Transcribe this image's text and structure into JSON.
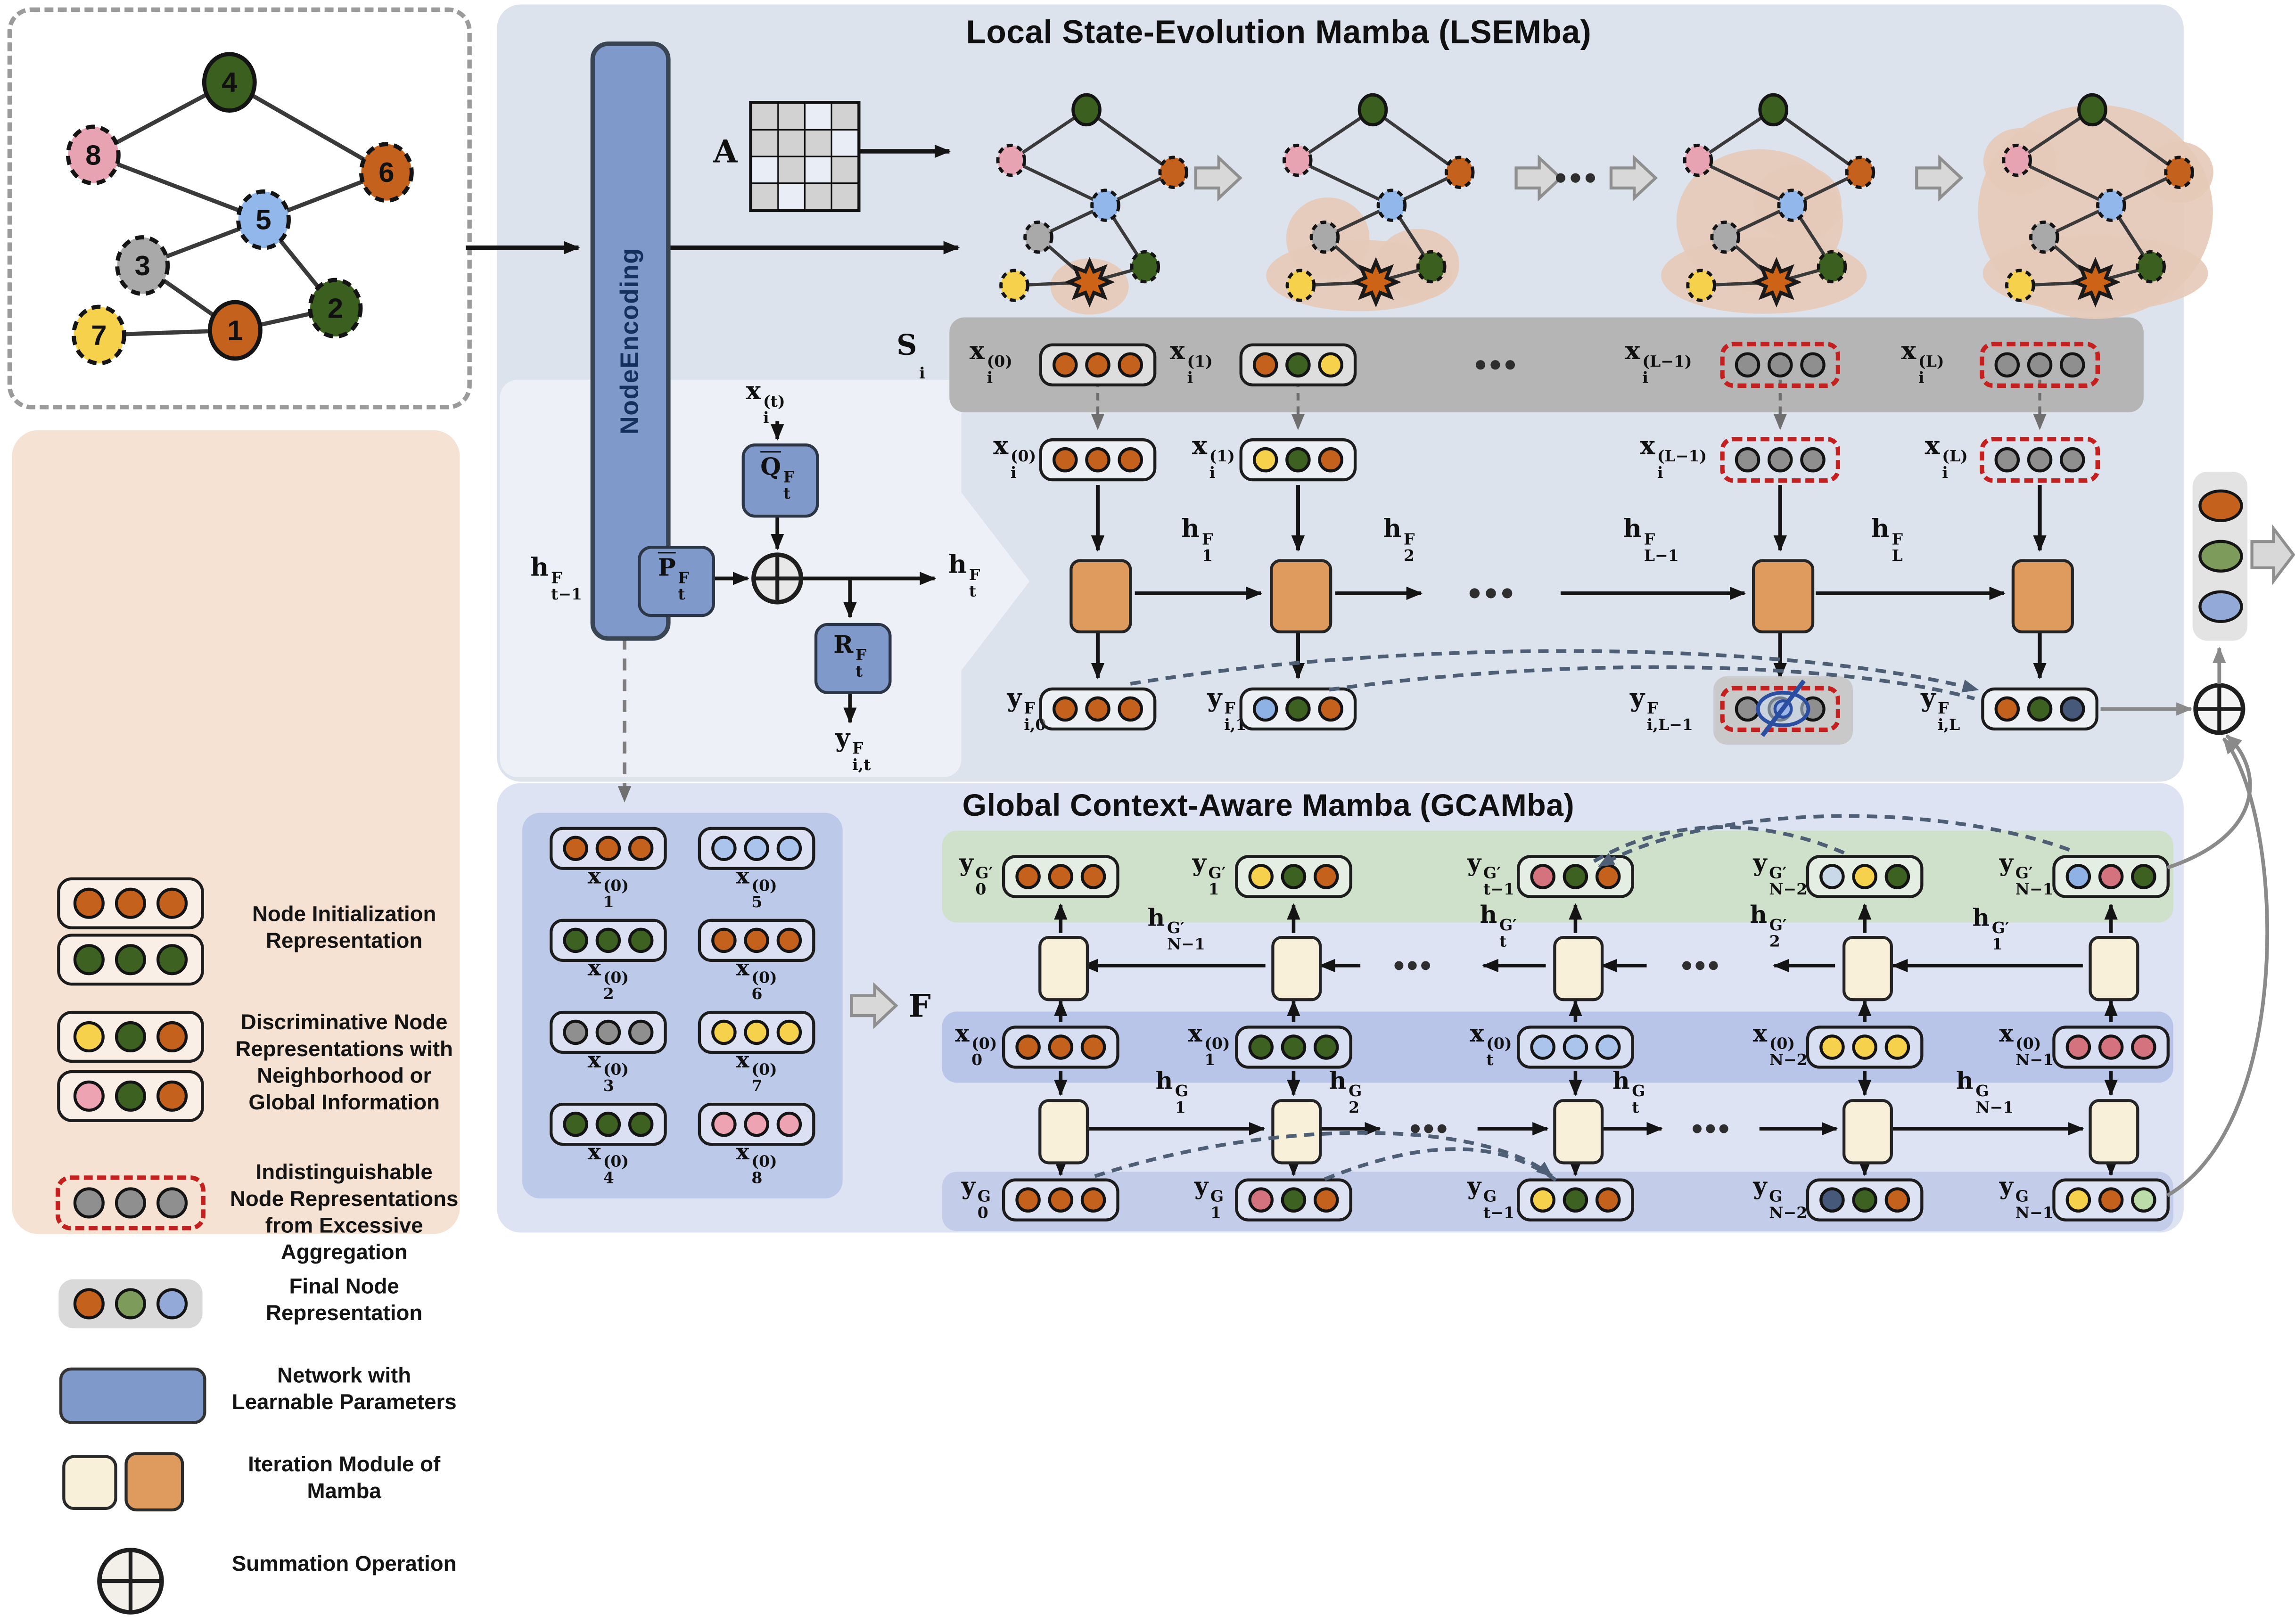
{
  "titles": {
    "lsemba": "Local State-Evolution Mamba (LSEMba)",
    "gcamba": "Global Context-Aware Mamba (GCAMba)"
  },
  "palette": {
    "orange": "#c4611c",
    "green": "#3c6120",
    "yellow": "#f6d14b",
    "pink": "#eda3b1",
    "red": "#d4737e",
    "blue": "#8fb2e5",
    "lightblue": "#abc4ec",
    "paleblue": "#c9d9ea",
    "gray": "#8f8f8f",
    "navy": "#47597a",
    "mgreen": "#7d9c5b",
    "mblue": "#93a9d8",
    "lightgreen": "#bcdcaa",
    "gpink": "#e8a3b2",
    "gblue": "#92b7ea",
    "ggray": "#a9a9a9",
    "ggreen": "#3a5f1f",
    "blob": "#e6cab8",
    "network": "#8099cb",
    "modcream": "#f8f0d9",
    "modorange": "#df9a5e"
  },
  "graph": {
    "nodes": [
      {
        "id": "4",
        "color": "ggreen",
        "solid": true
      },
      {
        "id": "8",
        "color": "gpink",
        "solid": false
      },
      {
        "id": "6",
        "color": "orange",
        "solid": false
      },
      {
        "id": "5",
        "color": "gblue",
        "solid": false
      },
      {
        "id": "3",
        "color": "ggray",
        "solid": false
      },
      {
        "id": "7",
        "color": "yellow",
        "solid": false
      },
      {
        "id": "1",
        "color": "orange",
        "solid": true
      },
      {
        "id": "2",
        "color": "ggreen",
        "solid": false
      }
    ],
    "edges": [
      [
        "4",
        "8"
      ],
      [
        "4",
        "6"
      ],
      [
        "8",
        "5"
      ],
      [
        "5",
        "6"
      ],
      [
        "5",
        "3"
      ],
      [
        "5",
        "2"
      ],
      [
        "3",
        "1"
      ],
      [
        "7",
        "1"
      ],
      [
        "1",
        "2"
      ]
    ]
  },
  "legend": {
    "items": [
      {
        "name": "node-initialization",
        "chips": [
          [
            "orange",
            "orange",
            "orange"
          ],
          [
            "green",
            "green",
            "green"
          ]
        ],
        "style": "solid",
        "label": "Node Initialization Representation"
      },
      {
        "name": "discriminative",
        "chips": [
          [
            "yellow",
            "green",
            "orange"
          ],
          [
            "pink",
            "green",
            "orange"
          ]
        ],
        "style": "solid",
        "label": "Discriminative Node Representations with Neighborhood or Global Information"
      },
      {
        "name": "indistinguishable",
        "chips": [
          [
            "gray",
            "gray",
            "gray"
          ]
        ],
        "style": "red",
        "label": "Indistinguishable Node Representations from Excessive Aggregation"
      },
      {
        "name": "final-node",
        "chips": [
          [
            "orange",
            "mgreen",
            "mblue"
          ]
        ],
        "style": "graybg",
        "label": "Final Node Representation"
      },
      {
        "name": "network",
        "swatch": "network",
        "label": "Network with Learnable Parameters"
      },
      {
        "name": "iteration",
        "swatch": "iteration",
        "label": "Iteration Module of Mamba"
      },
      {
        "name": "summation",
        "swatch": "summation",
        "label": "Summation Operation"
      }
    ]
  },
  "node_encoding_label": "NodeEncoding",
  "matrix": {
    "label": "A",
    "grid": [
      [
        1,
        1,
        0,
        1
      ],
      [
        1,
        1,
        1,
        0
      ],
      [
        0,
        1,
        0,
        1
      ],
      [
        1,
        0,
        1,
        1
      ]
    ]
  },
  "f_label": "F",
  "si_label": "S|i",
  "si_row": [
    {
      "label": "x|i|(0)",
      "dots": [
        "orange",
        "orange",
        "orange"
      ],
      "dashed": false
    },
    {
      "label": "x|i|(1)",
      "dots": [
        "orange",
        "green",
        "yellow"
      ],
      "dashed": false
    },
    {
      "label": "x|i|(L−1)",
      "dots": [
        "gray",
        "gray",
        "gray"
      ],
      "dashed": true
    },
    {
      "label": "x|i|(L)",
      "dots": [
        "gray",
        "gray",
        "gray"
      ],
      "dashed": true
    }
  ],
  "inset": {
    "x_label": "x|i|(t)",
    "q_label": "~Q|t|F",
    "p_label": "~P|t|F",
    "r_label": "R|t|F",
    "h_in": "h|t−1|F",
    "h_out": "h|t|F",
    "y_label": "y|i,t|F"
  },
  "lsemba_cols": [
    {
      "x": "x|i|(0)",
      "xdots": [
        "orange",
        "orange",
        "orange"
      ],
      "xdashed": false,
      "y": "y|i,0|F",
      "ydots": [
        "orange",
        "orange",
        "orange"
      ],
      "ystyle": "solid"
    },
    {
      "x": "x|i|(1)",
      "xdots": [
        "yellow",
        "green",
        "orange"
      ],
      "xdashed": false,
      "y": "y|i,1|F",
      "ydots": [
        "blue",
        "green",
        "orange"
      ],
      "ystyle": "solid"
    },
    {
      "x": "x|i|(L−1)",
      "xdots": [
        "gray",
        "gray",
        "gray"
      ],
      "xdashed": true,
      "y": "y|i,L−1|F",
      "ydots": [
        "gray",
        "gray",
        "gray"
      ],
      "ystyle": "hidden"
    },
    {
      "x": "x|i|(L)",
      "xdots": [
        "gray",
        "gray",
        "gray"
      ],
      "xdashed": true,
      "y": "y|i,L|F",
      "ydots": [
        "orange",
        "green",
        "navy"
      ],
      "ystyle": "solid"
    }
  ],
  "lsemba_h": [
    "h|1|F",
    "h|2|F",
    "h|L−1|F",
    "h|L|F"
  ],
  "xblocks": [
    {
      "label": "x|1|(0)",
      "dots": [
        "orange",
        "orange",
        "orange"
      ]
    },
    {
      "label": "x|2|(0)",
      "dots": [
        "green",
        "green",
        "green"
      ]
    },
    {
      "label": "x|3|(0)",
      "dots": [
        "gray",
        "gray",
        "gray"
      ]
    },
    {
      "label": "x|4|(0)",
      "dots": [
        "green",
        "green",
        "green"
      ]
    },
    {
      "label": "x|5|(0)",
      "dots": [
        "lightblue",
        "lightblue",
        "lightblue"
      ]
    },
    {
      "label": "x|6|(0)",
      "dots": [
        "orange",
        "orange",
        "orange"
      ]
    },
    {
      "label": "x|7|(0)",
      "dots": [
        "yellow",
        "yellow",
        "yellow"
      ]
    },
    {
      "label": "x|8|(0)",
      "dots": [
        "pink",
        "pink",
        "pink"
      ]
    }
  ],
  "gcamba": {
    "y_top": [
      {
        "label": "y|0|G′",
        "dots": [
          "orange",
          "orange",
          "orange"
        ]
      },
      {
        "label": "y|1|G′",
        "dots": [
          "yellow",
          "green",
          "orange"
        ]
      },
      {
        "label": "y|t−1|G′",
        "dots": [
          "red",
          "green",
          "orange"
        ]
      },
      {
        "label": "y|N−2|G′",
        "dots": [
          "paleblue",
          "yellow",
          "green"
        ]
      },
      {
        "label": "y|N−1|G′",
        "dots": [
          "blue",
          "red",
          "green"
        ]
      }
    ],
    "x_mid": [
      {
        "label": "x|0|(0)",
        "dots": [
          "orange",
          "orange",
          "orange"
        ]
      },
      {
        "label": "x|1|(0)",
        "dots": [
          "green",
          "green",
          "green"
        ]
      },
      {
        "label": "x|t|(0)",
        "dots": [
          "lightblue",
          "lightblue",
          "lightblue"
        ]
      },
      {
        "label": "x|N−2|(0)",
        "dots": [
          "yellow",
          "yellow",
          "yellow"
        ]
      },
      {
        "label": "x|N−1|(0)",
        "dots": [
          "red",
          "red",
          "red"
        ]
      }
    ],
    "y_bot": [
      {
        "label": "y|0|G",
        "dots": [
          "orange",
          "orange",
          "orange"
        ]
      },
      {
        "label": "y|1|G",
        "dots": [
          "red",
          "green",
          "orange"
        ]
      },
      {
        "label": "y|t−1|G",
        "dots": [
          "yellow",
          "green",
          "orange"
        ]
      },
      {
        "label": "y|N−2|G",
        "dots": [
          "navy",
          "green",
          "orange"
        ]
      },
      {
        "label": "y|N−1|G",
        "dots": [
          "yellow",
          "orange",
          "lightgreen"
        ]
      }
    ],
    "h_back": [
      "h|N−1|G′",
      "h|t|G′",
      "h|2|G′",
      "h|1|G′"
    ],
    "h_fwd": [
      "h|1|G",
      "h|2|G",
      "h|t|G",
      "h|N−1|G"
    ]
  }
}
